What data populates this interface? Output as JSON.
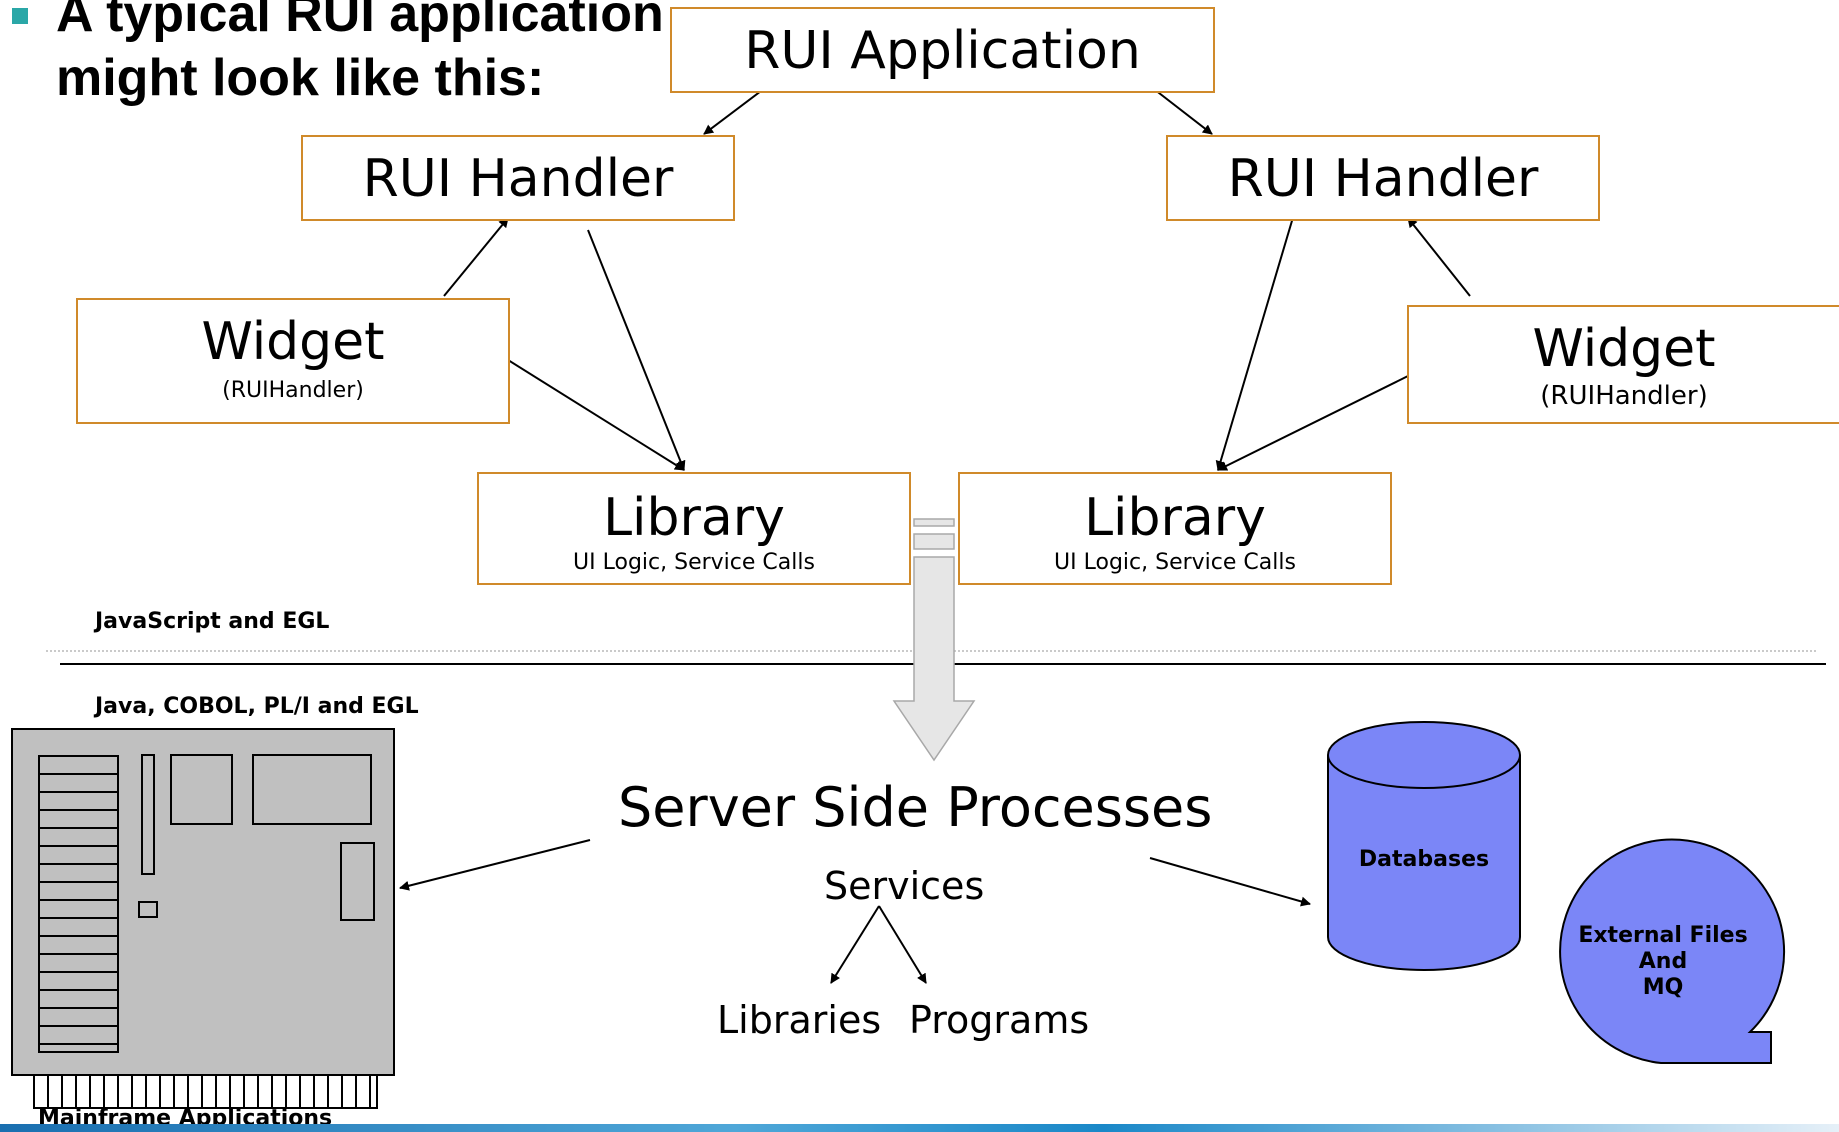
{
  "heading": {
    "line1": "A typical RUI application",
    "line2": "might look like this:"
  },
  "nodes": {
    "rui_application": "RUI Application",
    "rui_handler_left": "RUI Handler",
    "rui_handler_right": "RUI Handler",
    "widget_left": {
      "title": "Widget",
      "subtitle": "(RUIHandler)"
    },
    "widget_right": {
      "title": "Widget",
      "subtitle": "(RUIHandler)"
    },
    "library_left": {
      "title": "Library",
      "subtitle": "UI Logic, Service Calls"
    },
    "library_right": {
      "title": "Library",
      "subtitle": "UI Logic, Service Calls"
    }
  },
  "layers": {
    "client": "JavaScript and EGL",
    "server": "Java, COBOL, PL/I and EGL"
  },
  "server": {
    "title": "Server Side Processes",
    "services": "Services",
    "libraries": "Libraries",
    "programs": "Programs"
  },
  "stores": {
    "databases": "Databases",
    "external_files": [
      "External Files",
      "And",
      "MQ"
    ]
  },
  "mainframe": {
    "label": "Mainframe Applications"
  },
  "colors": {
    "box_border": "#d08a2a",
    "storage_fill": "#7b86f7",
    "mainframe_fill": "#c0c0c0",
    "bullet": "#2aa7a7"
  }
}
